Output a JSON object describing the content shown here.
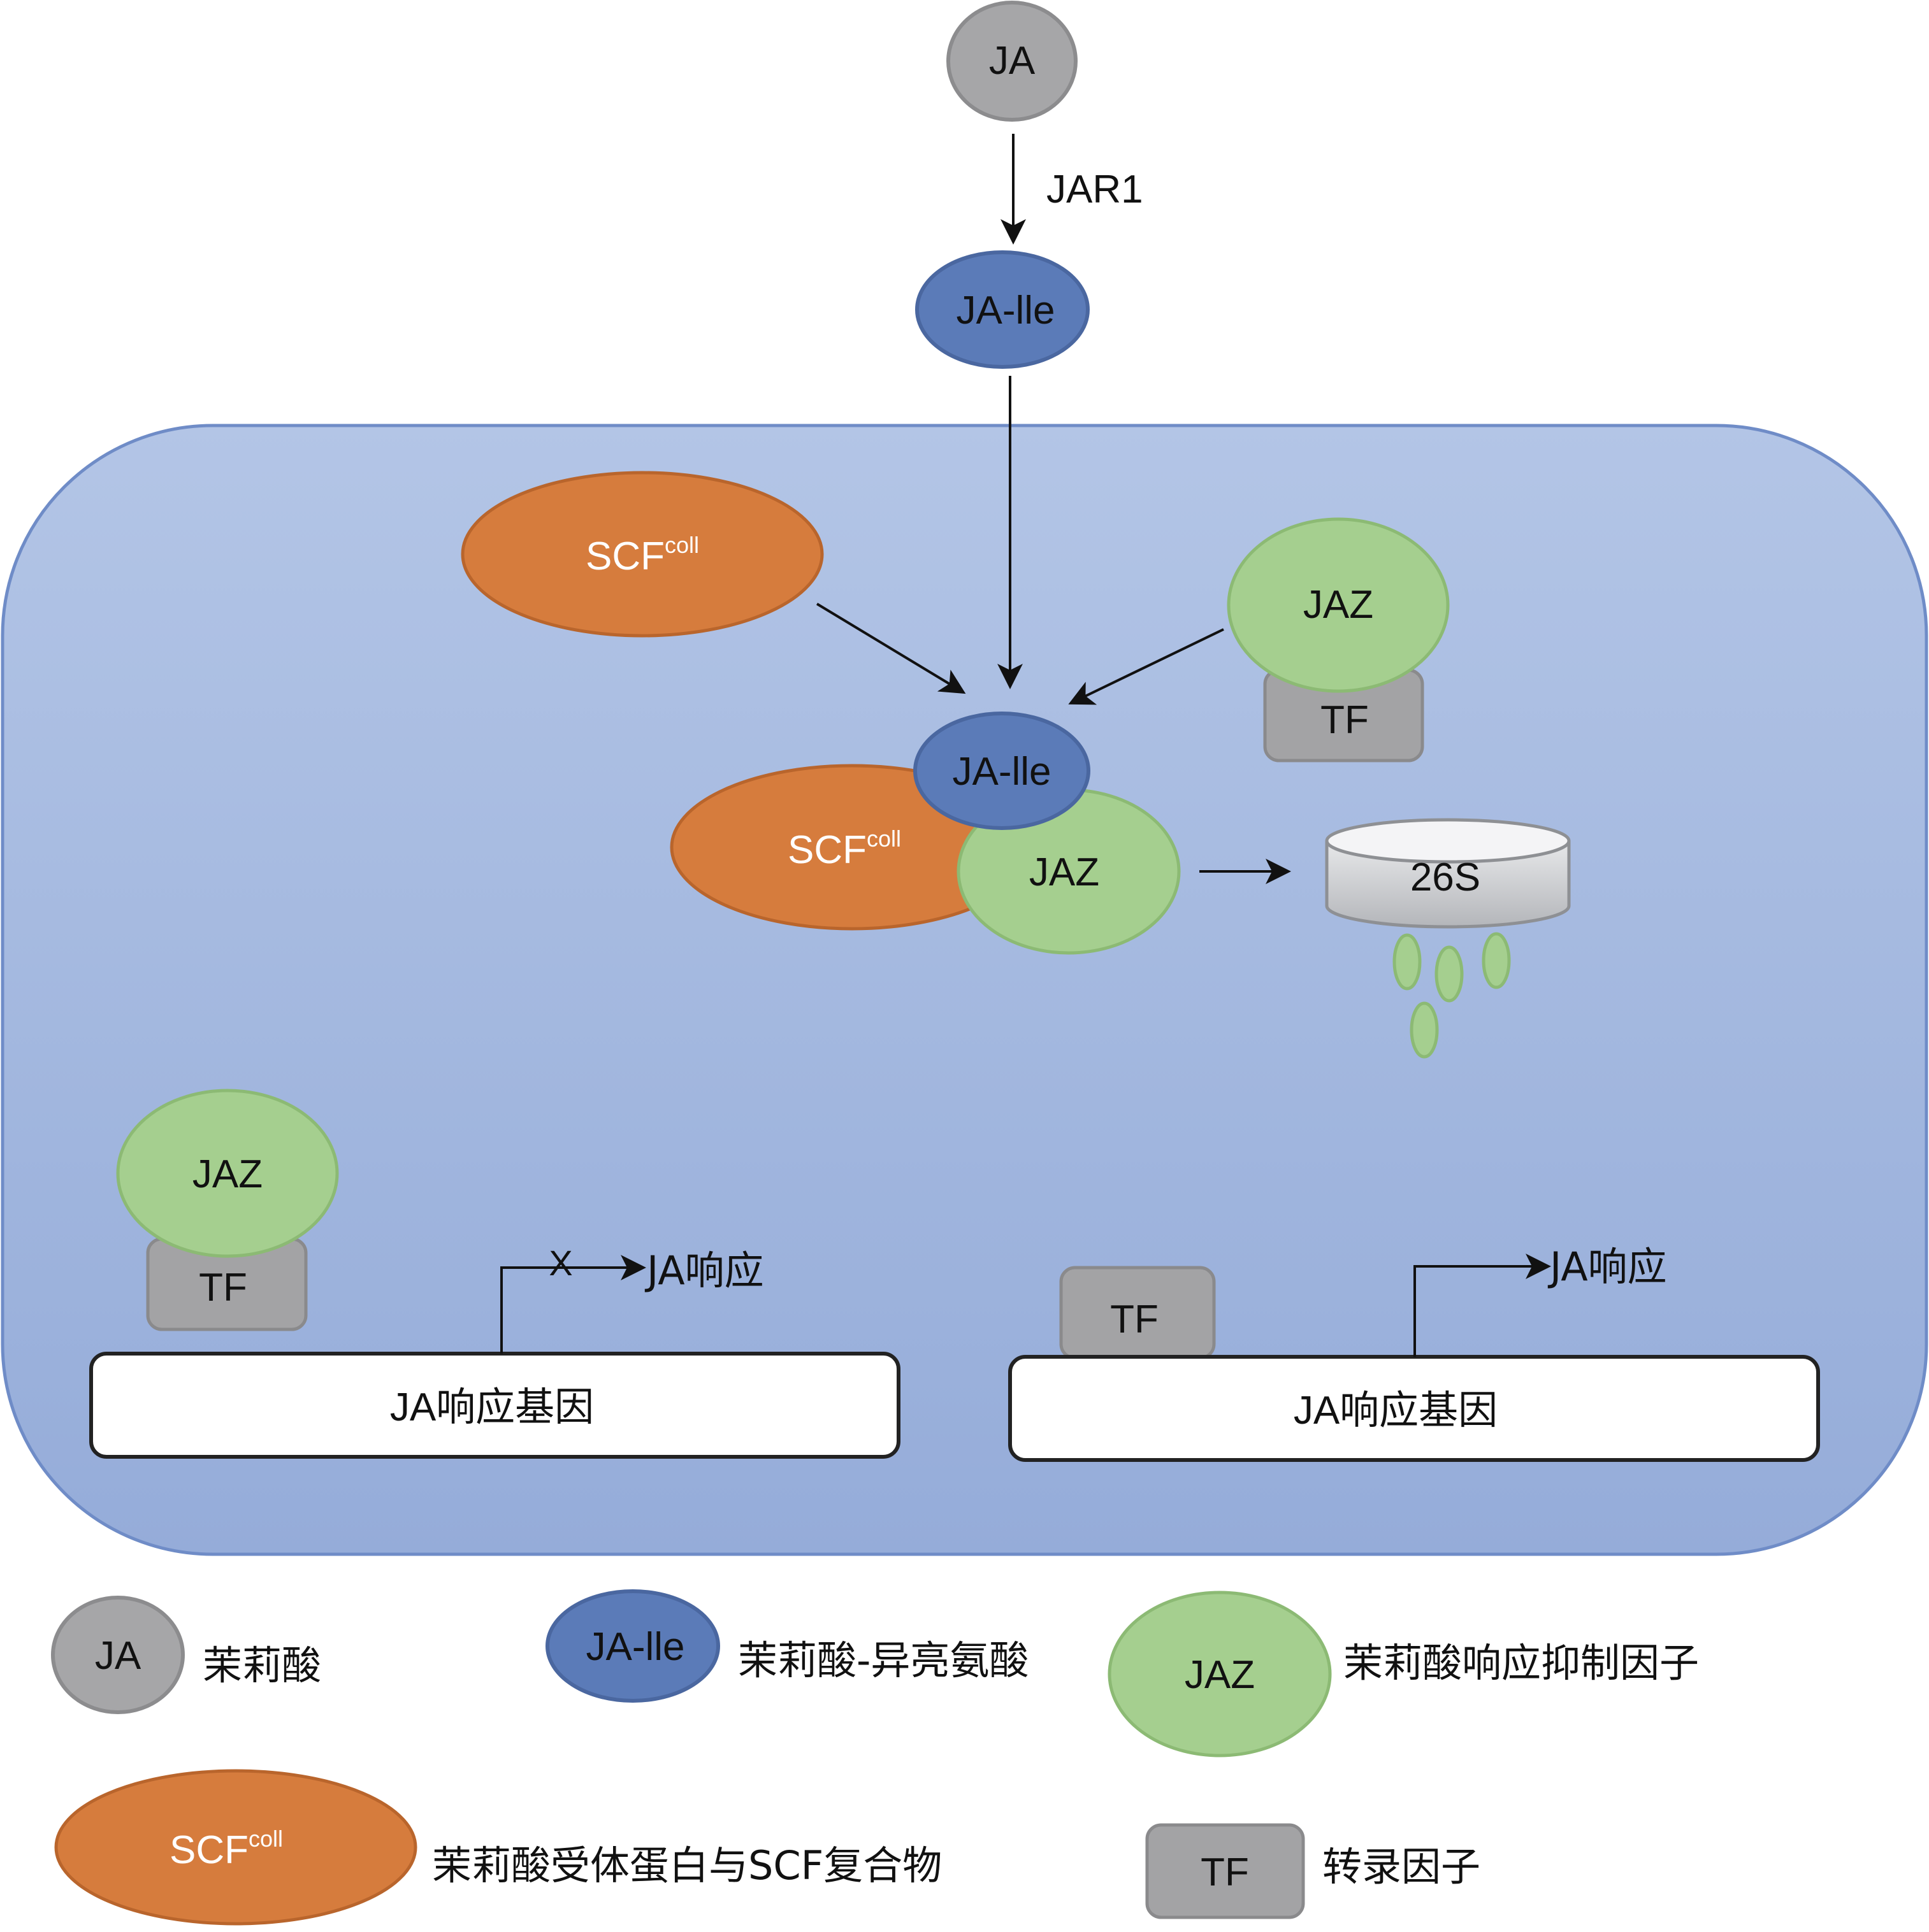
{
  "nodes": {
    "ja": "JA",
    "jar1": "JAR1",
    "ja_ile_top": "JA-lle",
    "scf_main": "SCF",
    "scf_sup": "coll",
    "jaz_right": "JAZ",
    "tf_right": "TF",
    "ja_ile_complex": "JA-lle",
    "scf_complex": "SCF",
    "scf_complex_sup": "coll",
    "jaz_complex": "JAZ",
    "proteasome": "26S",
    "jaz_left": "JAZ",
    "tf_left": "TF",
    "blocked_mark": "X",
    "ja_response_left": "JA响应",
    "gene_left": "JA响应基因",
    "tf_bound": "TF",
    "ja_response_right": "JA响应",
    "gene_right": "JA响应基因"
  },
  "legend": {
    "ja": {
      "symbol": "JA",
      "text": "茉莉酸"
    },
    "ja_ile": {
      "symbol": "JA-lle",
      "text": "茉莉酸-异亮氨酸"
    },
    "jaz": {
      "symbol": "JAZ",
      "text": "茉莉酸响应抑制因子"
    },
    "scf": {
      "symbol": "SCF",
      "sup": "coll",
      "text": "茉莉酸受体蛋白与SCF复合物"
    },
    "tf": {
      "symbol": "TF",
      "text": "转录因子"
    }
  },
  "colors": {
    "ja": "#a6a6a8",
    "ja_ile": "#5b7bb8",
    "scf": "#d67c3d",
    "jaz": "#a5cf8f",
    "tf": "#a3a3a5",
    "cell": "#a3b7df"
  }
}
